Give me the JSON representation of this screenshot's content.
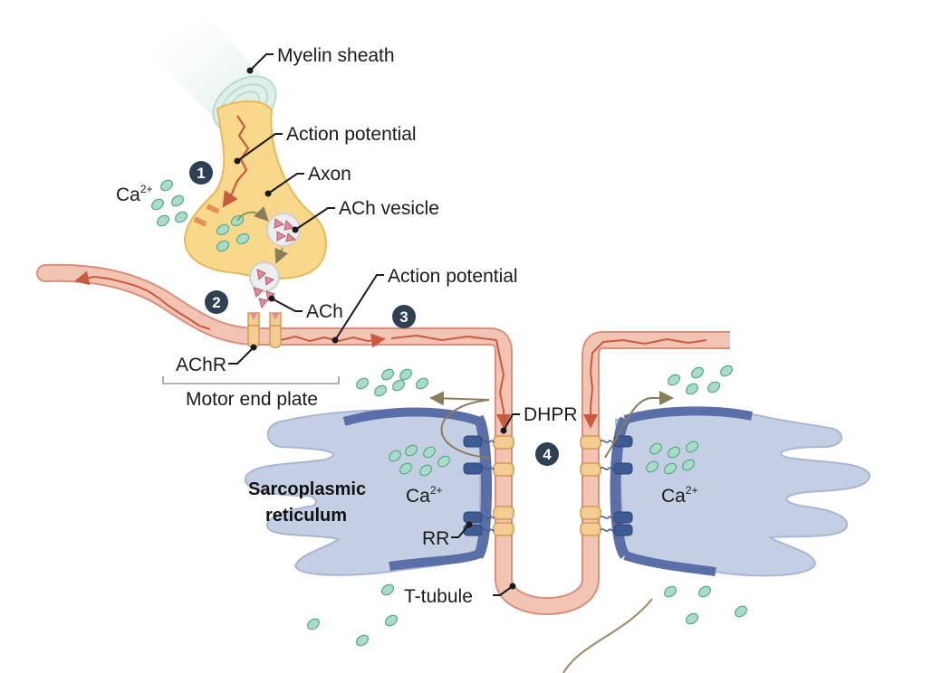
{
  "labels": {
    "myelin_sheath": "Myelin sheath",
    "action_potential_axon": "Action potential",
    "axon": "Axon",
    "ach_vesicle": "ACh vesicle",
    "ca_axon": "Ca",
    "ca_superscript": "2+",
    "action_potential_muscle": "Action potential",
    "ach": "ACh",
    "achr": "AChR",
    "motor_end_plate": "Motor end plate",
    "dhpr": "DHPR",
    "sr_line1": "Sarcoplasmic",
    "sr_line2": "reticulum",
    "ca_left": "Ca",
    "ca_right": "Ca",
    "rr": "RR",
    "t_tubule": "T-tubule"
  },
  "steps": [
    "1",
    "2",
    "3",
    "4"
  ],
  "colors": {
    "axon_fill": "#f8d88a",
    "axon_stroke": "#e6b95a",
    "myelin": "#d7ece4",
    "membrane": "#f2c4b4",
    "membrane_edge": "#d9907a",
    "action_potential": "#c95a3e",
    "sr_fill": "#c5cfe3",
    "sr_edge": "#5a6fa8",
    "channel": "#f3cd94",
    "ryr": "#3f5b93",
    "calcium": "#a9dcc8",
    "calcium_edge": "#5aa88a",
    "ach": "#e38a9c",
    "step_badge": "#2d4152"
  }
}
